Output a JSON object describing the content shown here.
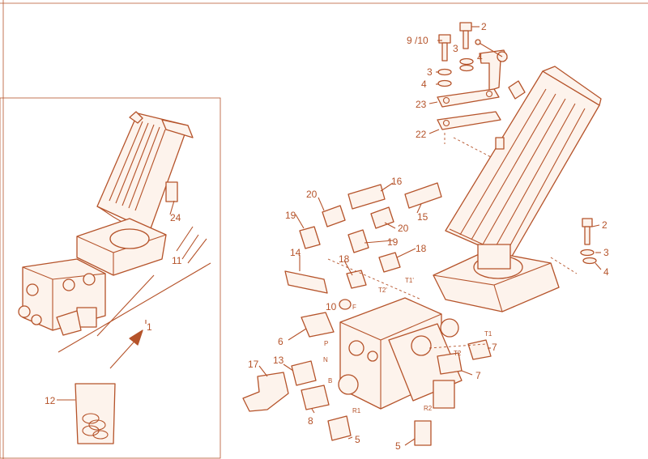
{
  "colors": {
    "line": "#b5532a",
    "fill": "#fdf3ec",
    "background": "#ffffff"
  },
  "labels": {
    "l1": "1",
    "l2a": "2",
    "l2b": "2",
    "l3a": "3",
    "l3b": "3",
    "l3c": "3",
    "l4a": "4",
    "l4b": "4",
    "l4c": "4",
    "l5a": "5",
    "l5b": "5",
    "l6": "6",
    "l7a": "7",
    "l7b": "7",
    "l8": "8",
    "l9_10": "9 /10",
    "l10": "10",
    "l11": "11",
    "l12": "12",
    "l13": "13",
    "l14": "14",
    "l15": "15",
    "l16": "16",
    "l17": "17",
    "l18a": "18",
    "l18b": "18",
    "l19a": "19",
    "l19b": "19",
    "l20a": "20",
    "l20b": "20",
    "l22": "22",
    "l23": "23",
    "l24": "24"
  },
  "ports": {
    "p": "P",
    "f": "F",
    "n": "N",
    "b": "B",
    "r1": "R1",
    "r2": "R2",
    "t1": "T1",
    "t2": "T2",
    "t1p": "T1'",
    "t2p": "T2'"
  }
}
